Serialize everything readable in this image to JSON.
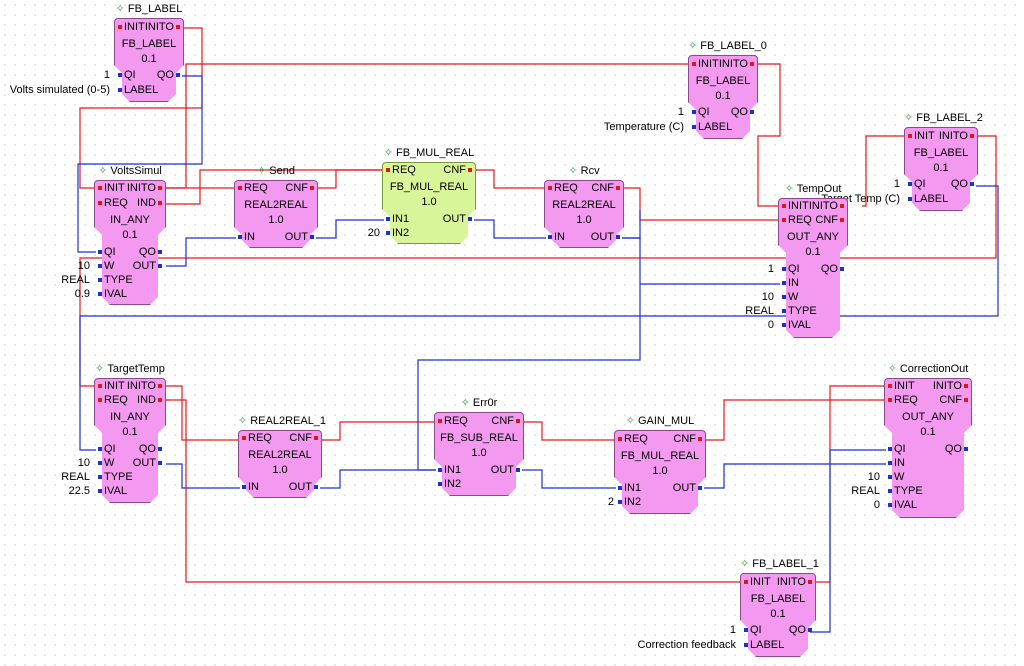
{
  "blocks": {
    "fb_label": {
      "name": "FB_LABEL",
      "type": "FB_LABEL",
      "version": "0.1",
      "const_qi": "1",
      "const_label": "Volts simulated (0-5)"
    },
    "fb_label_0": {
      "name": "FB_LABEL_0",
      "type": "FB_LABEL",
      "version": "0.1",
      "const_qi": "1",
      "const_label": "Temperature (C)"
    },
    "fb_label_2": {
      "name": "FB_LABEL_2",
      "type": "FB_LABEL",
      "version": "0.1",
      "const_qi": "1",
      "const_label": "Target Temp (C)"
    },
    "fb_label_1": {
      "name": "FB_LABEL_1",
      "type": "FB_LABEL",
      "version": "0.1",
      "const_qi": "1",
      "const_label": "Correction feedback"
    },
    "volts_simul": {
      "name": "VoltsSimul",
      "type": "IN_ANY",
      "version": "0.1",
      "const_w": "10",
      "const_type": "REAL",
      "const_ival": "0.9"
    },
    "target_temp": {
      "name": "TargetTemp",
      "type": "IN_ANY",
      "version": "0.1",
      "const_w": "10",
      "const_type": "REAL",
      "const_ival": "22.5"
    },
    "send": {
      "name": "Send",
      "type": "REAL2REAL",
      "version": "1.0"
    },
    "fb_mul_real": {
      "name": "FB_MUL_REAL",
      "type": "FB_MUL_REAL",
      "version": "1.0",
      "const_in2": "20"
    },
    "rcv": {
      "name": "Rcv",
      "type": "REAL2REAL",
      "version": "1.0"
    },
    "temp_out": {
      "name": "TempOut",
      "type": "OUT_ANY",
      "version": "0.1",
      "const_qi": "1",
      "const_w": "10",
      "const_type": "REAL",
      "const_ival": "0"
    },
    "real2real_1": {
      "name": "REAL2REAL_1",
      "type": "REAL2REAL",
      "version": "1.0"
    },
    "err0r": {
      "name": "Err0r",
      "type": "FB_SUB_REAL",
      "version": "1.0"
    },
    "gain_mul": {
      "name": "GAIN_MUL",
      "type": "FB_MUL_REAL",
      "version": "1.0",
      "const_in2": "2"
    },
    "correction_out": {
      "name": "CorrectionOut",
      "type": "OUT_ANY",
      "version": "0.1",
      "const_w": "10",
      "const_type": "REAL",
      "const_ival": "0"
    }
  },
  "ports": {
    "init": "INIT",
    "inito": "INITO",
    "req": "REQ",
    "cnf": "CNF",
    "ind": "IND",
    "qi": "QI",
    "qo": "QO",
    "label": "LABEL",
    "in": "IN",
    "out": "OUT",
    "in1": "IN1",
    "in2": "IN2",
    "w": "W",
    "type": "TYPE",
    "ival": "IVAL"
  },
  "colors": {
    "block_fill": "#f39af0",
    "block_fill_selected": "#d9f59a",
    "event_wire": "#e31b1b",
    "data_wire": "#1a33cc",
    "instance_icon": "#3c9a3c"
  }
}
